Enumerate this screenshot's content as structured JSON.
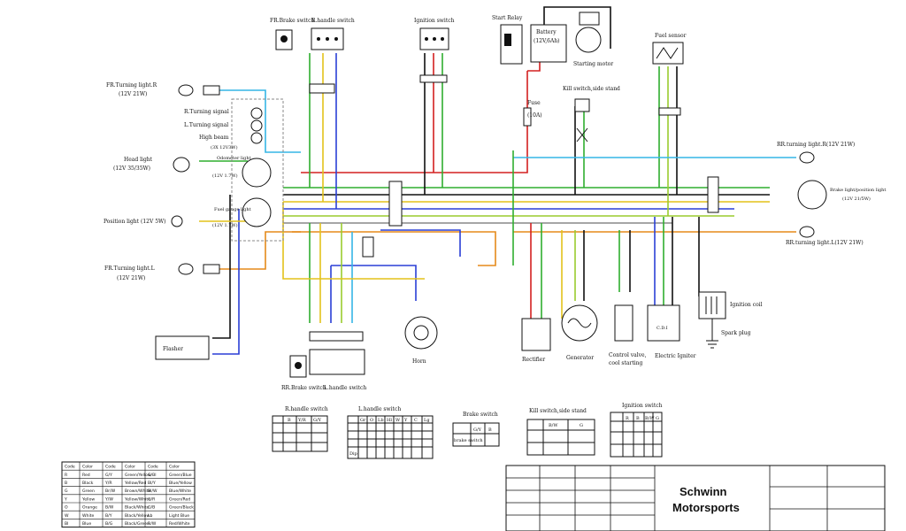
{
  "labels": {
    "fr_brake_switch": "FR.Brake switch",
    "r_handle_switch_top": "R.handle switch",
    "ignition_switch_top": "Ignition switch",
    "start_relay": "Start Relay",
    "battery": "Battery",
    "battery_spec": "(12V,6Ah)",
    "starting_motor": "Starting motor",
    "fuel_sensor": "Fuel sensor",
    "fr_turning_light_r": "FR.Turning light.R",
    "fr_turning_light_r_spec": "(12V 21W)",
    "r_turning_signal": "R.Turning signal",
    "l_turning_signal": "L.Turning signal",
    "high_beam": "High beam",
    "head_light": "Head light",
    "head_light_spec": "(12V 35/35W)",
    "odometer_light": "Odometer light",
    "odometer_spec": "(3X 12V3W)",
    "odometer_spec2": "(12V 1.7W)",
    "fuel_gauge_light": "Fuel gauge light",
    "fuel_gauge_spec": "(12V 1.7W)",
    "position_light": "Position light (12V 5W)",
    "fr_turning_light_l": "FR.Turning light.L",
    "fr_turning_light_l_spec": "(12V 21W)",
    "flasher": "Flasher",
    "rr_brake_switch": "RR.Brake switch",
    "l_handle_switch": "L.handle switch",
    "horn": "Horn",
    "kill_switch": "Kill switch,side stand",
    "fuse": "Fuse",
    "fuse_spec": "(10A)",
    "rr_turning_light_r": "RR.turning light.R(12V 21W)",
    "brake_position_light": "Brake light/position light",
    "brake_position_spec": "(12V 21/5W)",
    "rr_turning_light_l": "RR.turning light.L(12V 21W)",
    "rectifier": "Rectifier",
    "generator": "Generator",
    "control_valve": "Control valve,",
    "control_valve2": "cool starting",
    "electric_igniter": "Electric Igniter",
    "ignition_coil": "Ignition coil",
    "spark_plug": "Spark plug",
    "cdi": "C.D.I"
  },
  "tables": {
    "r_handle": {
      "title": "R.handle switch",
      "headers": [
        "",
        "B",
        "Y/R",
        "G/Y"
      ]
    },
    "l_handle": {
      "title": "L.handle switch",
      "headers": [
        "",
        "Gr",
        "O",
        "Lb",
        "Hl",
        "W",
        "Y",
        "C",
        "Lg"
      ],
      "rows": [
        "",
        "",
        "",
        "",
        "Dip"
      ]
    },
    "brake": {
      "title": "Brake switch",
      "headers": [
        "",
        "G/Y",
        "B"
      ],
      "rows": [
        "brake switch"
      ]
    },
    "kill": {
      "title": "Kill switch,side stand",
      "headers": [
        "",
        "B/W",
        "G"
      ]
    },
    "ignition": {
      "title": "Ignition switch",
      "headers": [
        "",
        "R",
        "B",
        "B/W",
        "G"
      ]
    }
  },
  "color_code": {
    "headers": [
      "Code",
      "Color",
      "Code",
      "Color",
      "Code",
      "Color"
    ],
    "rows": [
      [
        "R",
        "Red",
        "G/Y",
        "Green/Yellow",
        "G/Bl",
        "Green/Blue"
      ],
      [
        "B",
        "Black",
        "Y/R",
        "Yellow/Red",
        "Bl/Y",
        "Blue/Yellow"
      ],
      [
        "G",
        "Green",
        "Br/W",
        "Brown/White",
        "Bl/W",
        "Blue/White"
      ],
      [
        "Y",
        "Yellow",
        "Y/W",
        "Yellow/White",
        "G/R",
        "Green/Red"
      ],
      [
        "O",
        "Orange",
        "B/W",
        "Black/White",
        "G/B",
        "Green/Black"
      ],
      [
        "W",
        "White",
        "B/Y",
        "Black/Yellow",
        "Lb",
        "Light Blue"
      ],
      [
        "Bl",
        "Blue",
        "B/G",
        "Black/Green",
        "R/W",
        "Red/White"
      ]
    ]
  },
  "title_block": {
    "brand_line1": "Schwinn",
    "brand_line2": "Motorsports"
  },
  "wire_colors": {
    "red": "#d42020",
    "black": "#111111",
    "green": "#2fae2f",
    "yellow": "#e3c21a",
    "blue": "#2a3fd6",
    "light_blue": "#35b6e6",
    "orange": "#e58a1a",
    "green_yellow": "#9acb2e",
    "brown": "#8a5a2b",
    "gray": "#888888"
  }
}
